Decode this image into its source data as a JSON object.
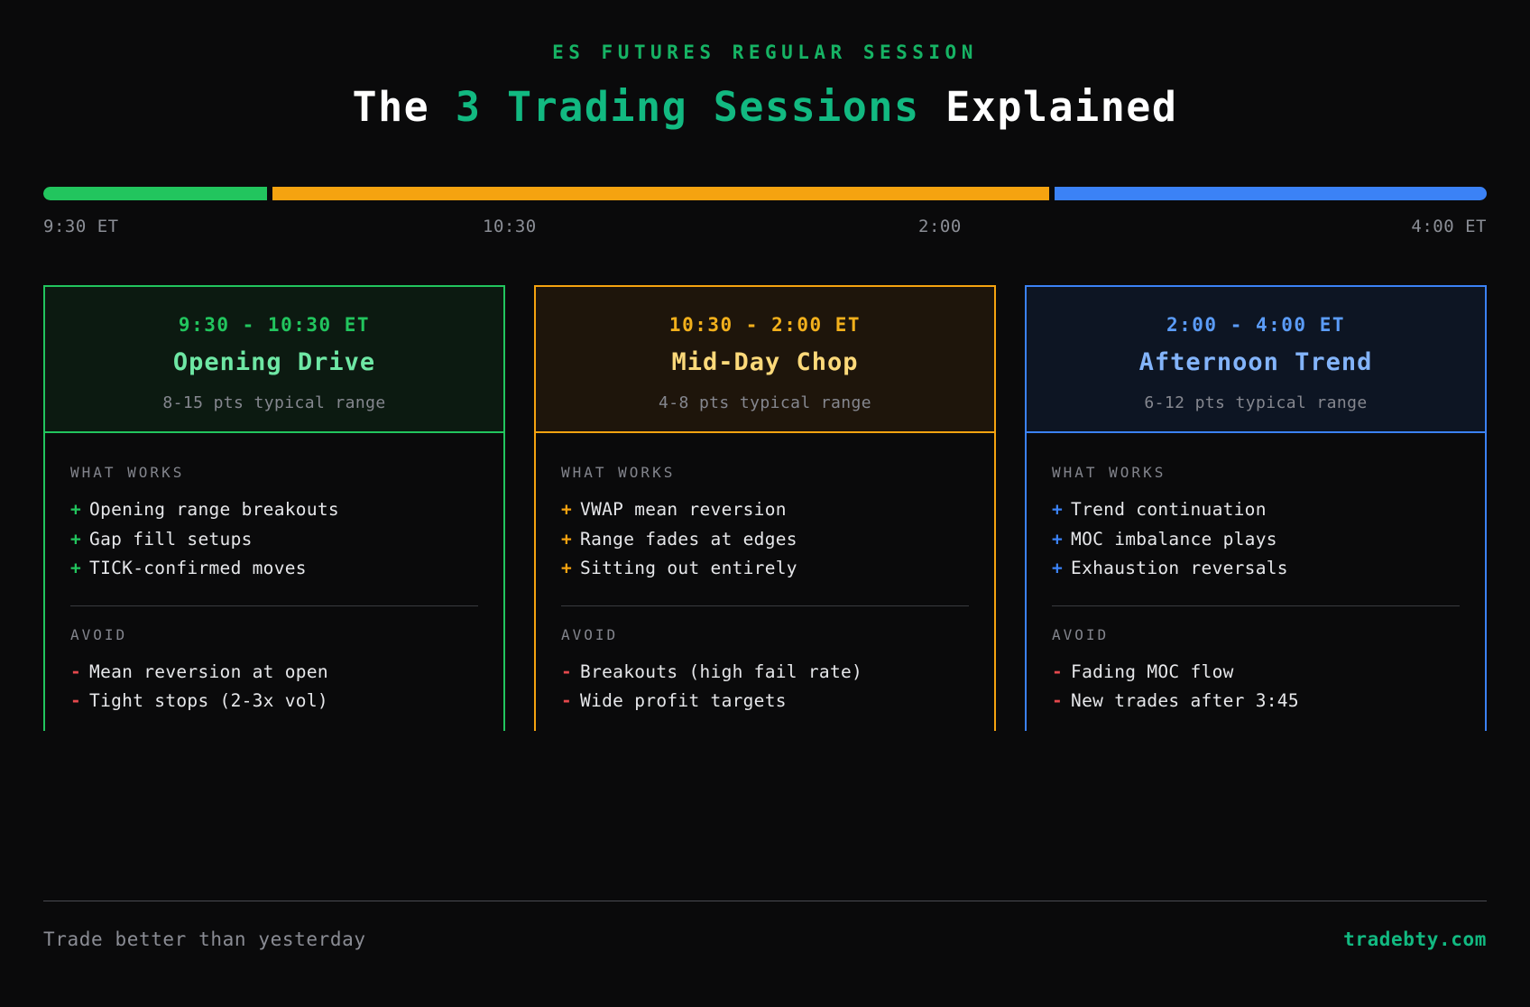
{
  "header": {
    "eyebrow": "ES FUTURES REGULAR SESSION",
    "title_part1": "The ",
    "title_accent": "3 Trading Sessions",
    "title_part2": " Explained"
  },
  "timeline": {
    "segments": [
      {
        "name": "opening-drive",
        "color": "#22c55e",
        "width_pct": 15.5
      },
      {
        "name": "mid-day-chop",
        "color": "#f5a310",
        "width_pct": 53.8
      },
      {
        "name": "afternoon-trend",
        "color": "#3b82f6",
        "width_pct": 30.7
      }
    ],
    "labels": [
      "9:30 ET",
      "10:30",
      "2:00",
      "4:00 ET"
    ]
  },
  "cards": [
    {
      "accent": "#22c55e",
      "header_bg": "#0c1a11",
      "time": "9:30 - 10:30 ET",
      "time_color": "#22c55e",
      "title": "Opening Drive",
      "title_color": "#6ee7a4",
      "range": "8-15 pts typical range",
      "works_label": "WHAT WORKS",
      "works": [
        "Opening range breakouts",
        "Gap fill setups",
        "TICK-confirmed moves"
      ],
      "avoid_label": "AVOID",
      "avoid": [
        "Mean reversion at open",
        "Tight stops (2-3x vol)"
      ],
      "plus_marker": "+",
      "minus_marker": "-"
    },
    {
      "accent": "#f5a310",
      "header_bg": "#1e150b",
      "time": "10:30 - 2:00 ET",
      "time_color": "#f2b01c",
      "title": "Mid-Day Chop",
      "title_color": "#fcd97a",
      "range": "4-8 pts typical range",
      "works_label": "WHAT WORKS",
      "works": [
        "VWAP mean reversion",
        "Range fades at edges",
        "Sitting out entirely"
      ],
      "avoid_label": "AVOID",
      "avoid": [
        "Breakouts (high fail rate)",
        "Wide profit targets"
      ],
      "plus_marker": "+",
      "minus_marker": "-"
    },
    {
      "accent": "#3b82f6",
      "header_bg": "#0d1523",
      "time": "2:00 - 4:00 ET",
      "time_color": "#5b9cf8",
      "title": "Afternoon Trend",
      "title_color": "#83b4fa",
      "range": "6-12 pts typical range",
      "works_label": "WHAT WORKS",
      "works": [
        "Trend continuation",
        "MOC imbalance plays",
        "Exhaustion reversals"
      ],
      "avoid_label": "AVOID",
      "avoid": [
        "Fading MOC flow",
        "New trades after 3:45"
      ],
      "plus_marker": "+",
      "minus_marker": "-"
    }
  ],
  "footer": {
    "tagline": "Trade better than yesterday",
    "site": "tradebty.com"
  }
}
